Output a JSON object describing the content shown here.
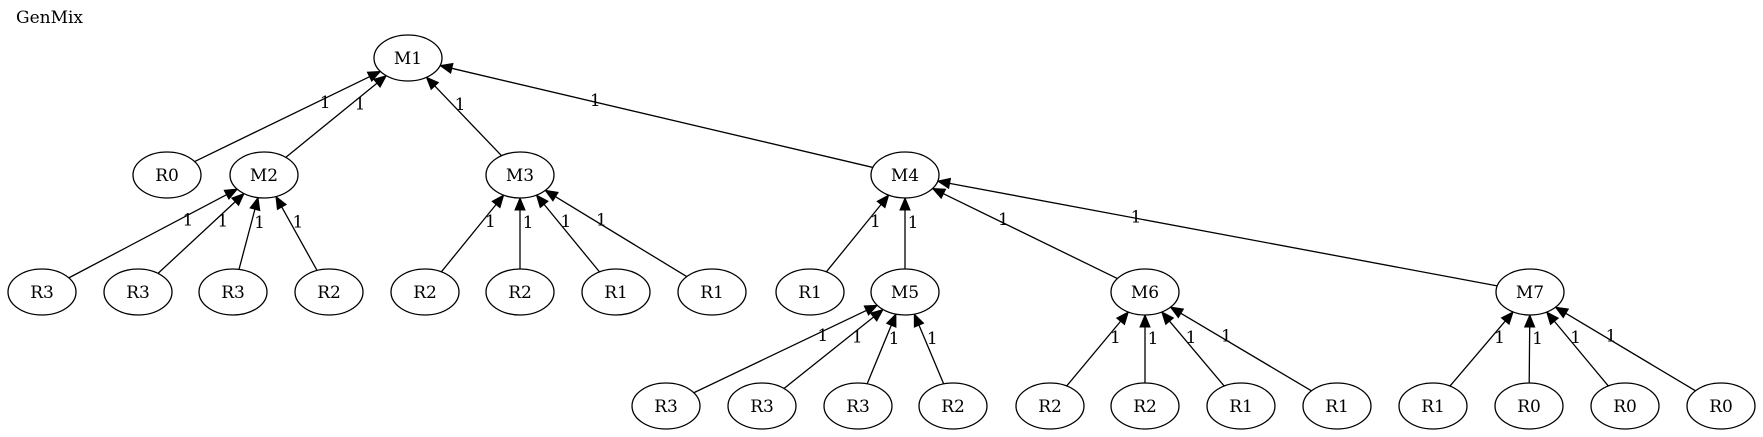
{
  "title": "GenMix",
  "nodes": [
    {
      "id": "M1",
      "label": "M1"
    },
    {
      "id": "R0a",
      "label": "R0"
    },
    {
      "id": "M2",
      "label": "M2"
    },
    {
      "id": "M3",
      "label": "M3"
    },
    {
      "id": "M4",
      "label": "M4"
    },
    {
      "id": "R3a",
      "label": "R3"
    },
    {
      "id": "R3b",
      "label": "R3"
    },
    {
      "id": "R3c",
      "label": "R3"
    },
    {
      "id": "R2a",
      "label": "R2"
    },
    {
      "id": "R2b",
      "label": "R2"
    },
    {
      "id": "R2c",
      "label": "R2"
    },
    {
      "id": "R1a",
      "label": "R1"
    },
    {
      "id": "R1b",
      "label": "R1"
    },
    {
      "id": "R1c",
      "label": "R1"
    },
    {
      "id": "M5",
      "label": "M5"
    },
    {
      "id": "M6",
      "label": "M6"
    },
    {
      "id": "M7",
      "label": "M7"
    },
    {
      "id": "R3d",
      "label": "R3"
    },
    {
      "id": "R3e",
      "label": "R3"
    },
    {
      "id": "R3f",
      "label": "R3"
    },
    {
      "id": "R2d",
      "label": "R2"
    },
    {
      "id": "R2e",
      "label": "R2"
    },
    {
      "id": "R2f",
      "label": "R2"
    },
    {
      "id": "R1d",
      "label": "R1"
    },
    {
      "id": "R1e",
      "label": "R1"
    },
    {
      "id": "R1f",
      "label": "R1"
    },
    {
      "id": "R0b",
      "label": "R0"
    },
    {
      "id": "R0c",
      "label": "R0"
    },
    {
      "id": "R0d",
      "label": "R0"
    }
  ],
  "edges": [
    {
      "from": "R0a",
      "to": "M1",
      "label": "1"
    },
    {
      "from": "M2",
      "to": "M1",
      "label": "1"
    },
    {
      "from": "M3",
      "to": "M1",
      "label": "1"
    },
    {
      "from": "M4",
      "to": "M1",
      "label": "1"
    },
    {
      "from": "R3a",
      "to": "M2",
      "label": "1"
    },
    {
      "from": "R3b",
      "to": "M2",
      "label": "1"
    },
    {
      "from": "R3c",
      "to": "M2",
      "label": "1"
    },
    {
      "from": "R2a",
      "to": "M2",
      "label": "1"
    },
    {
      "from": "R2b",
      "to": "M3",
      "label": "1"
    },
    {
      "from": "R2c",
      "to": "M3",
      "label": "1"
    },
    {
      "from": "R1a",
      "to": "M3",
      "label": "1"
    },
    {
      "from": "R1b",
      "to": "M3",
      "label": "1"
    },
    {
      "from": "R1c",
      "to": "M4",
      "label": "1"
    },
    {
      "from": "M5",
      "to": "M4",
      "label": "1"
    },
    {
      "from": "M6",
      "to": "M4",
      "label": "1"
    },
    {
      "from": "M7",
      "to": "M4",
      "label": "1"
    },
    {
      "from": "R3d",
      "to": "M5",
      "label": "1"
    },
    {
      "from": "R3e",
      "to": "M5",
      "label": "1"
    },
    {
      "from": "R3f",
      "to": "M5",
      "label": "1"
    },
    {
      "from": "R2d",
      "to": "M5",
      "label": "1"
    },
    {
      "from": "R2e",
      "to": "M6",
      "label": "1"
    },
    {
      "from": "R2f",
      "to": "M6",
      "label": "1"
    },
    {
      "from": "R1d",
      "to": "M6",
      "label": "1"
    },
    {
      "from": "R1e",
      "to": "M6",
      "label": "1"
    },
    {
      "from": "R1f",
      "to": "M7",
      "label": "1"
    },
    {
      "from": "R0b",
      "to": "M7",
      "label": "1"
    },
    {
      "from": "R0c",
      "to": "M7",
      "label": "1"
    },
    {
      "from": "R0d",
      "to": "M7",
      "label": "1"
    }
  ]
}
